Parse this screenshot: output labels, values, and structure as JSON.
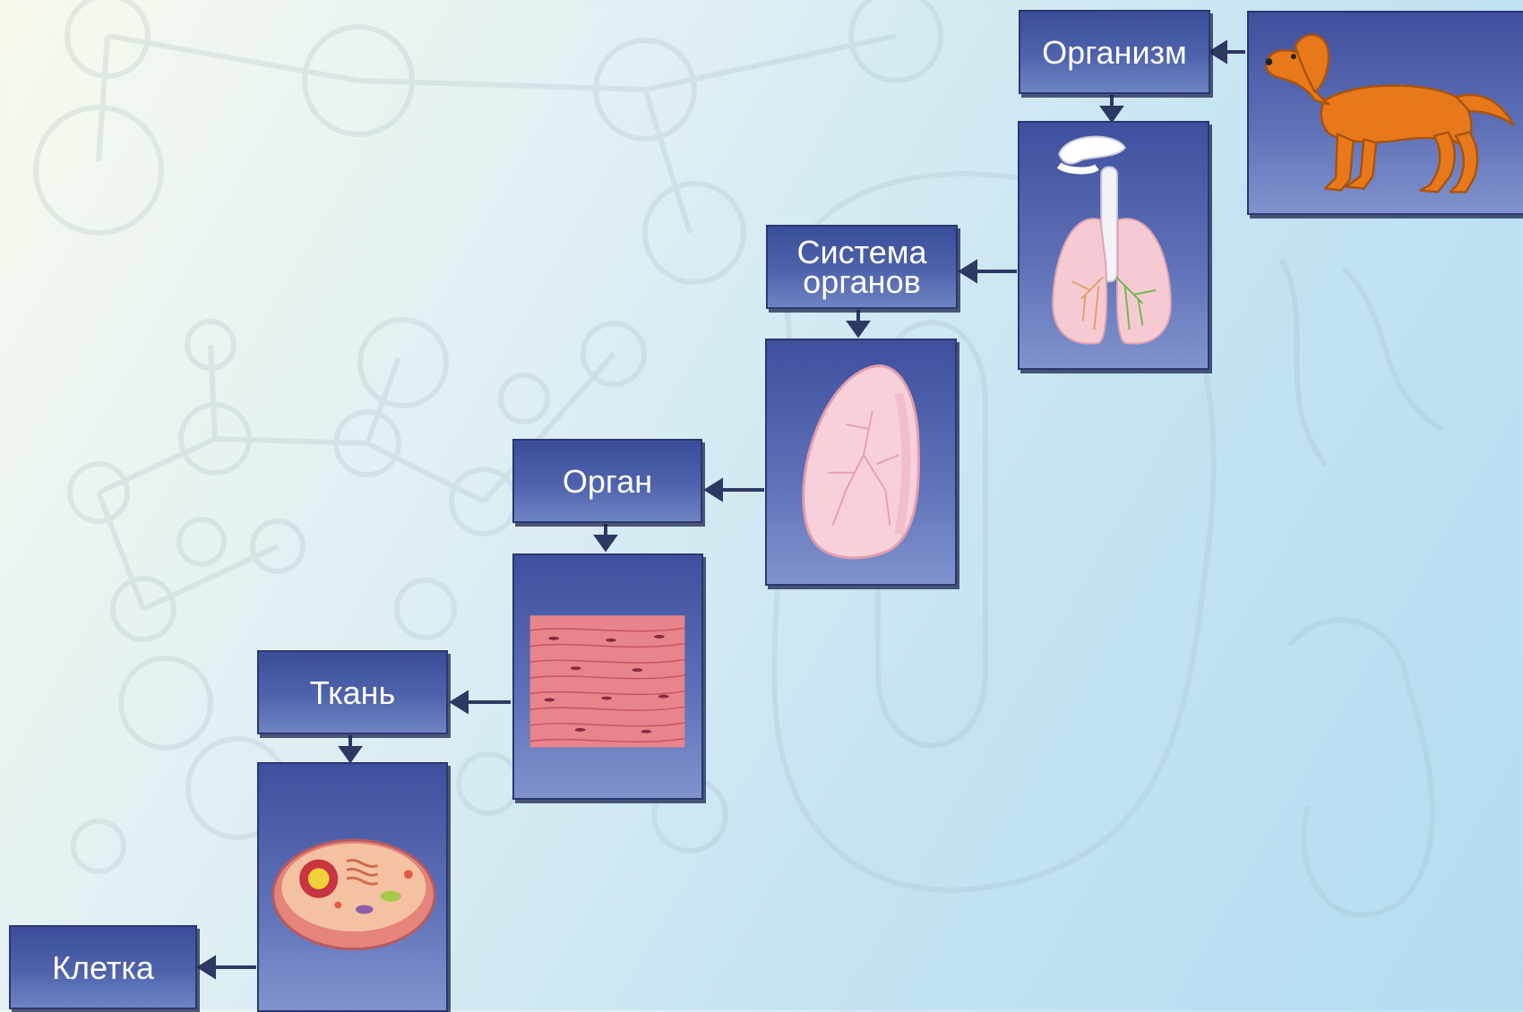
{
  "levels": {
    "organism": "Организм",
    "organ_system": "Система органов",
    "organ": "Орган",
    "tissue": "Ткань",
    "cell": "Клетка"
  },
  "colors": {
    "label_fill": "#4a5ea8",
    "border": "#2b3770",
    "arrow": "#2d3863"
  },
  "icons": [
    "dog-illustration",
    "respiratory-system-illustration",
    "lung-illustration",
    "muscle-tissue-illustration",
    "animal-cell-illustration"
  ]
}
